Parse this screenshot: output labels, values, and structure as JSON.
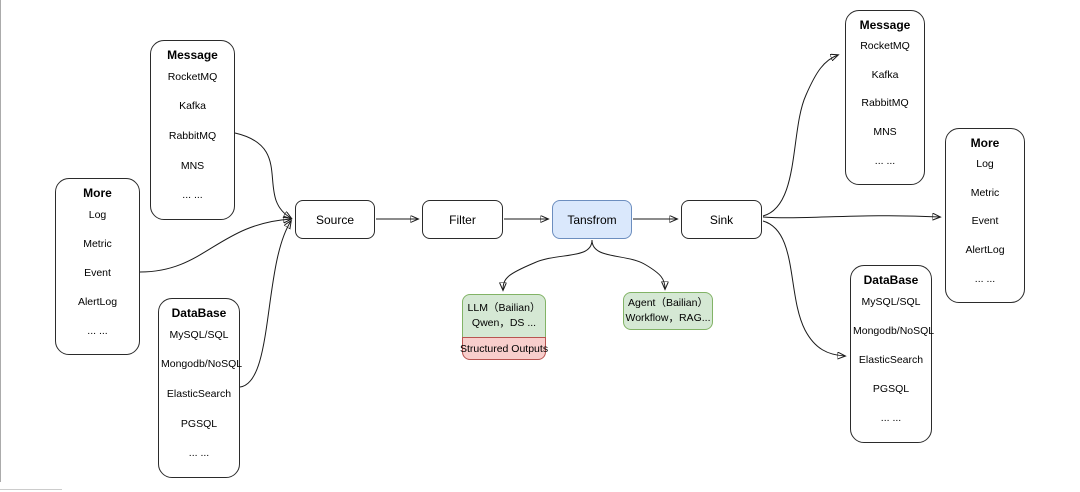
{
  "colors": {
    "canvas_bg": "#ffffff",
    "node_border": "#2b2b2b",
    "node_fill": "#ffffff",
    "transform_fill": "#dae8fc",
    "transform_border": "#6c8ebf",
    "ai_fill": "#d5e8d4",
    "ai_border": "#82b366",
    "outputs_fill": "#f8cecc",
    "outputs_border": "#b85450",
    "connector": "#1a1a1a",
    "screen_edge": "#ababab"
  },
  "pipeline": {
    "source_label": "Source",
    "filter_label": "Filter",
    "transform_label": "Tansfrom",
    "sink_label": "Sink"
  },
  "left": {
    "message": {
      "title": "Message",
      "items": [
        "RocketMQ",
        "Kafka",
        "RabbitMQ",
        "MNS",
        "... ..."
      ]
    },
    "more": {
      "title": "More",
      "items": [
        "Log",
        "Metric",
        "Event",
        "AlertLog",
        "... ..."
      ]
    },
    "database": {
      "title": "DataBase",
      "items": [
        "MySQL/SQL",
        "Mongodb/NoSQL",
        "ElasticSearch",
        "PGSQL",
        "... ..."
      ]
    }
  },
  "right": {
    "message": {
      "title": "Message",
      "items": [
        "RocketMQ",
        "Kafka",
        "RabbitMQ",
        "MNS",
        "... ..."
      ]
    },
    "more": {
      "title": "More",
      "items": [
        "Log",
        "Metric",
        "Event",
        "AlertLog",
        "... ..."
      ]
    },
    "database": {
      "title": "DataBase",
      "items": [
        "MySQL/SQL",
        "Mongodb/NoSQL",
        "ElasticSearch",
        "PGSQL",
        "... ..."
      ]
    }
  },
  "llm": {
    "line1": "LLM（Bailian）",
    "line2": "Qwen，DS ...",
    "footer": "Structured Outputs"
  },
  "agent": {
    "line1": "Agent（Bailian）",
    "line2": "Workflow，RAG..."
  }
}
